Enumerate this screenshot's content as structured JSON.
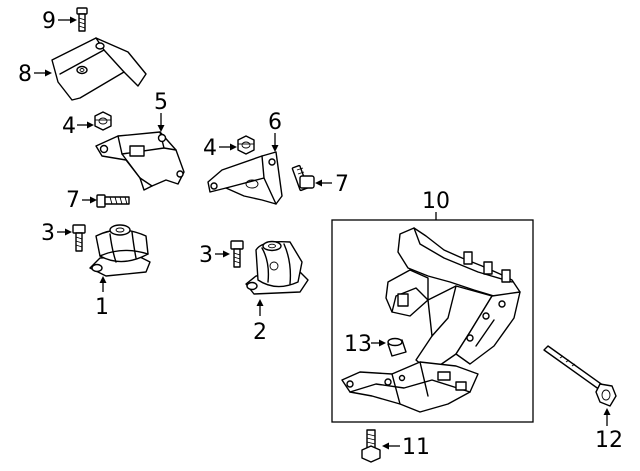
{
  "callouts": {
    "c1": "1",
    "c2": "2",
    "c3a": "3",
    "c3b": "3",
    "c4a": "4",
    "c4b": "4",
    "c5": "5",
    "c6": "6",
    "c7a": "7",
    "c7b": "7",
    "c8": "8",
    "c9": "9",
    "c10": "10",
    "c11": "11",
    "c12": "12",
    "c13": "13"
  }
}
